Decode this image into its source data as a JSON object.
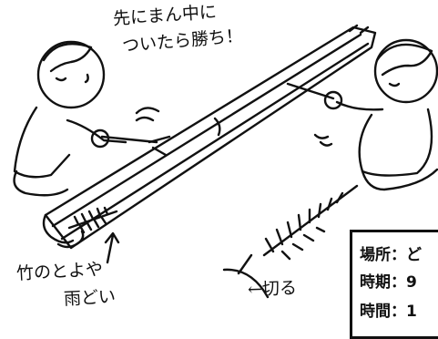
{
  "captions": {
    "top_line1": "先にまん中に",
    "top_line2": "ついたら勝ち！",
    "gutter_line1": "竹のとよや",
    "gutter_line2": "雨どい",
    "cut": "←切る"
  },
  "info_box": {
    "lines": [
      "場所：ど",
      "時期：9",
      "時間：1"
    ]
  },
  "colors": {
    "ink": "#111111",
    "paper": "#ffffff"
  },
  "icons": [
    "child-left-illustration",
    "child-right-illustration",
    "bamboo-gutter-illustration",
    "bamboo-branch-illustration"
  ]
}
